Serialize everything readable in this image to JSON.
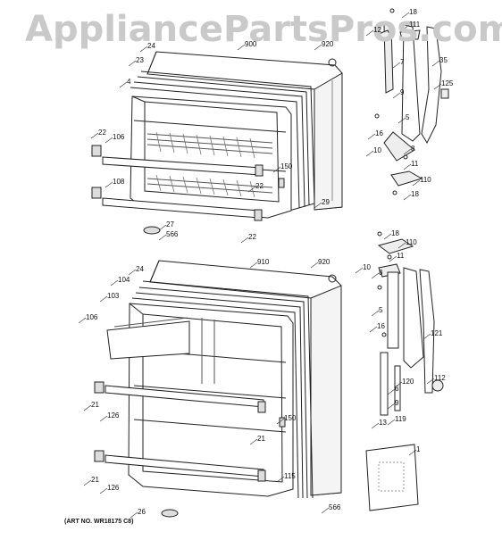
{
  "watermark": "AppliancePartsPros.com",
  "art_number": "(ART NO. WR18175 C8)",
  "labels": [
    "18",
    "12",
    "111",
    "7",
    "35",
    "125",
    "920",
    "900",
    "24",
    "23",
    "4",
    "9",
    "5",
    "16",
    "22",
    "106",
    "150",
    "10",
    "8",
    "11",
    "110",
    "22",
    "108",
    "29",
    "18",
    "27",
    "566",
    "22",
    "18",
    "110",
    "11",
    "910",
    "920",
    "24",
    "104",
    "10",
    "8",
    "103",
    "5",
    "106",
    "16",
    "121",
    "120",
    "112",
    "6",
    "150",
    "9",
    "21",
    "126",
    "13",
    "119",
    "21",
    "1",
    "126",
    "21",
    "115",
    "566",
    "26"
  ]
}
